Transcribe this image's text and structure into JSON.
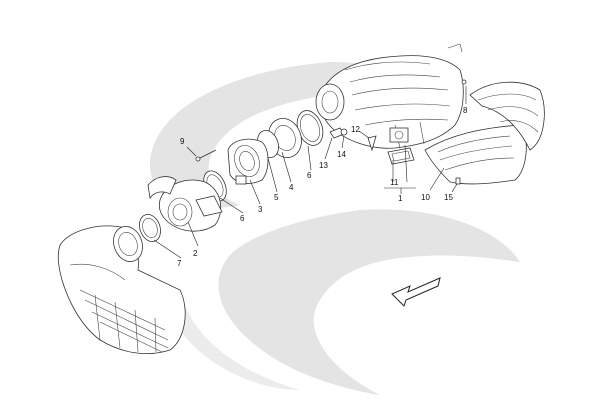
{
  "callouts": [
    {
      "id": "c1",
      "text": "1"
    },
    {
      "id": "c2",
      "text": "2"
    },
    {
      "id": "c3",
      "text": "3"
    },
    {
      "id": "c4",
      "text": "4"
    },
    {
      "id": "c5",
      "text": "5"
    },
    {
      "id": "c6a",
      "text": "6"
    },
    {
      "id": "c6b",
      "text": "6"
    },
    {
      "id": "c7",
      "text": "7"
    },
    {
      "id": "c8",
      "text": "8"
    },
    {
      "id": "c9",
      "text": "9"
    },
    {
      "id": "c10",
      "text": "10"
    },
    {
      "id": "c11",
      "text": "11"
    },
    {
      "id": "c12",
      "text": "12"
    },
    {
      "id": "c13",
      "text": "13"
    },
    {
      "id": "c14",
      "text": "14"
    },
    {
      "id": "c15",
      "text": "15"
    }
  ],
  "colors": {
    "swirl": "#e4e4e4",
    "line": "#333333",
    "label": "#111111",
    "background": "#ffffff"
  },
  "icons": {
    "direction_arrow": "arrow-down-left-icon"
  }
}
